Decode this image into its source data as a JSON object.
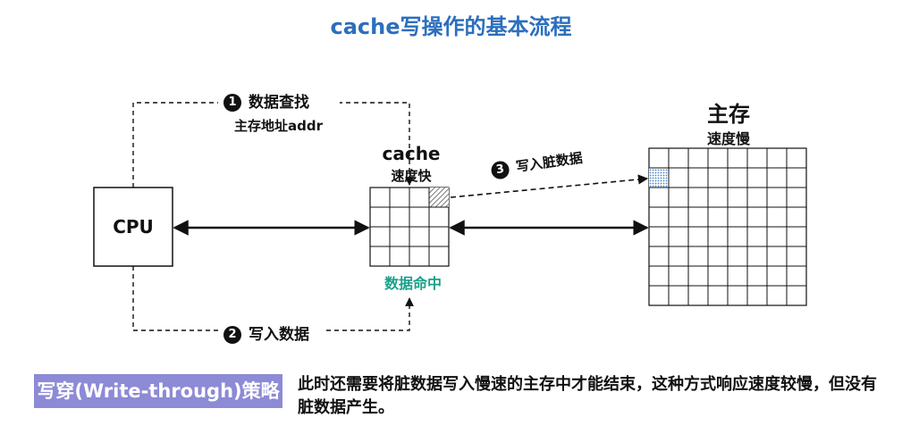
{
  "title": "cache写操作的基本流程",
  "cpu": {
    "label": "CPU"
  },
  "step1": {
    "number": "1",
    "label": "数据查找",
    "sub": "主存地址addr"
  },
  "step2": {
    "number": "2",
    "label": "写入数据"
  },
  "step3": {
    "number": "3",
    "label": "写入脏数据"
  },
  "cache": {
    "label": "cache",
    "speed": "速度快",
    "hit": "数据命中"
  },
  "memory": {
    "label": "主存",
    "speed": "速度慢"
  },
  "policy": {
    "name": "写穿(Write-through)策略",
    "description": "此时还需要将脏数据写入慢速的主存中才能结束，这种方式响应速度较慢，但没有脏数据产生。"
  },
  "colors": {
    "title": "#2c6fbd",
    "hit": "#1aa08a",
    "policy_bg": "#8d8ad6",
    "dirty_cell": "#4a86c8"
  }
}
